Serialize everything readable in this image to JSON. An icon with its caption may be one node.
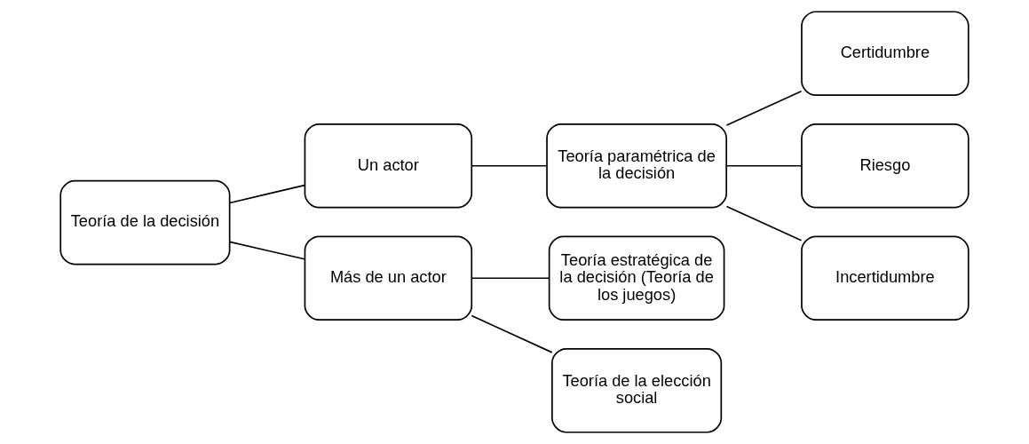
{
  "diagram": {
    "nodes": [
      {
        "text": [
          "Teoría de la decisión"
        ]
      },
      {
        "text": [
          "Un actor"
        ]
      },
      {
        "text": [
          "Más de un actor"
        ]
      },
      {
        "text": [
          "Teoría paramétrica de la decisión"
        ]
      },
      {
        "text": [
          "Teoría estratégica de la decisión (Teoría de los juegos)"
        ]
      },
      {
        "text": [
          "Teoría de la elección social"
        ]
      },
      {
        "text": [
          "Certidumbre"
        ]
      },
      {
        "text": [
          "Riesgo"
        ]
      },
      {
        "text": [
          "Incertidumbre"
        ]
      }
    ],
    "edges": [
      {
        "from": 0,
        "to": 1,
        "arrow": "none"
      },
      {
        "from": 0,
        "to": 2,
        "arrow": "none"
      },
      {
        "from": 1,
        "to": 3,
        "arrow": "none"
      },
      {
        "from": 2,
        "to": 4,
        "arrow": "none"
      },
      {
        "from": 2,
        "to": 5,
        "arrow": "none"
      },
      {
        "from": 3,
        "to": 6,
        "arrow": "none"
      },
      {
        "from": 3,
        "to": 7,
        "arrow": "none"
      },
      {
        "from": 3,
        "to": 8,
        "arrow": "none"
      }
    ]
  }
}
